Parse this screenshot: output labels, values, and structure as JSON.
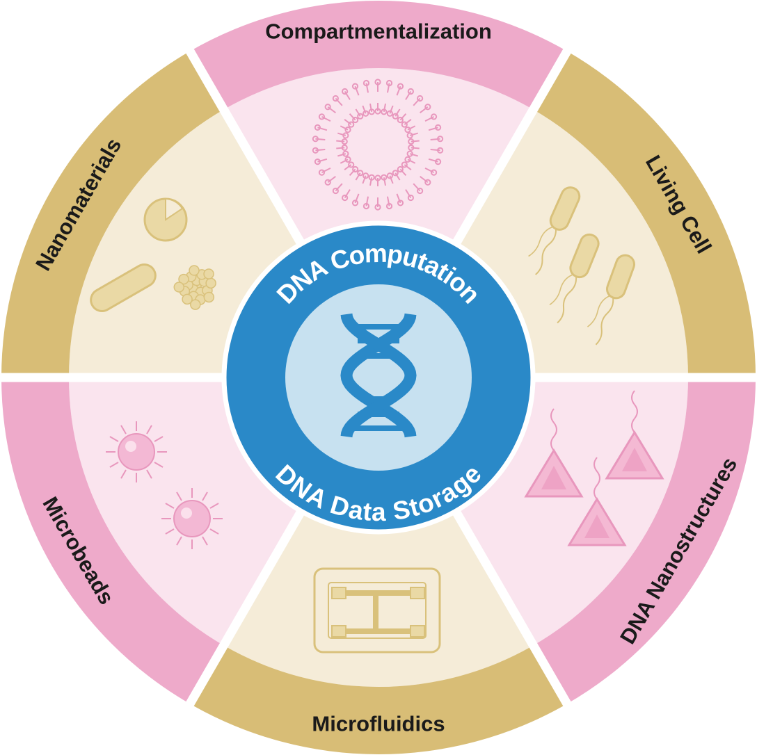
{
  "center": {
    "top_label": "DNA Computation",
    "bottom_label": "DNA Data Storage",
    "icon": "dna-double-helix-icon"
  },
  "segments": [
    {
      "id": "compartmentalization",
      "label": "Compartmentalization",
      "theme": "pink",
      "icon": "liposome-icon"
    },
    {
      "id": "living-cell",
      "label": "Living Cell",
      "theme": "gold",
      "icon": "bacteria-icon"
    },
    {
      "id": "dna-nanostructures",
      "label": "DNA Nanostructures",
      "theme": "pink",
      "icon": "dna-tetrahedron-icon"
    },
    {
      "id": "microfluidics",
      "label": "Microfluidics",
      "theme": "gold",
      "icon": "microfluidic-chip-icon"
    },
    {
      "id": "microbeads",
      "label": "Microbeads",
      "theme": "pink",
      "icon": "microbead-icon"
    },
    {
      "id": "nanomaterials",
      "label": "Nanomaterials",
      "theme": "gold",
      "icon": "nanoparticles-icon"
    }
  ],
  "colors": {
    "pink_band": "#eeaaca",
    "pink_fill": "#fae4ee",
    "pink_icon": "#e897bd",
    "gold_band": "#d8bd76",
    "gold_fill": "#f5ecd8",
    "gold_icon": "#d9c17b",
    "center_ring": "#2a89c8",
    "center_inner": "#c7e1f0",
    "dna": "#2a89c8"
  }
}
